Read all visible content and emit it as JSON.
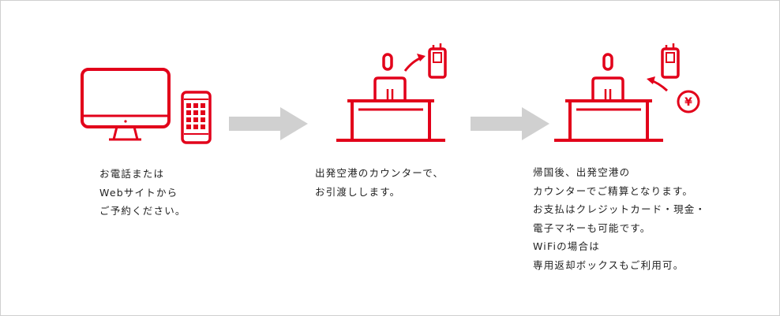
{
  "colors": {
    "accent": "#e2001a",
    "arrow": "#d0d0d0",
    "text": "#222222",
    "border": "#cfcfcf"
  },
  "icons": {
    "step1": [
      "monitor-icon",
      "smartphone-icon"
    ],
    "step2": [
      "airport-counter-icon",
      "receive-router-arrow-icon",
      "wifi-router-icon"
    ],
    "step3": [
      "airport-counter-icon",
      "return-router-arrow-icon",
      "wifi-router-icon",
      "yen-coin-icon"
    ]
  },
  "steps": [
    {
      "lines": [
        "お電話または",
        "Webサイトから",
        "ご予約ください。"
      ]
    },
    {
      "lines": [
        "出発空港のカウンターで、",
        "お引渡しします。"
      ]
    },
    {
      "lines": [
        "帰国後、出発空港の",
        "カウンターでご精算となります。",
        "お支払はクレジットカード・現金・",
        "電子マネーも可能です。",
        "WiFiの場合は",
        "専用返却ボックスもご利用可。"
      ]
    }
  ],
  "yen_symbol": "¥"
}
